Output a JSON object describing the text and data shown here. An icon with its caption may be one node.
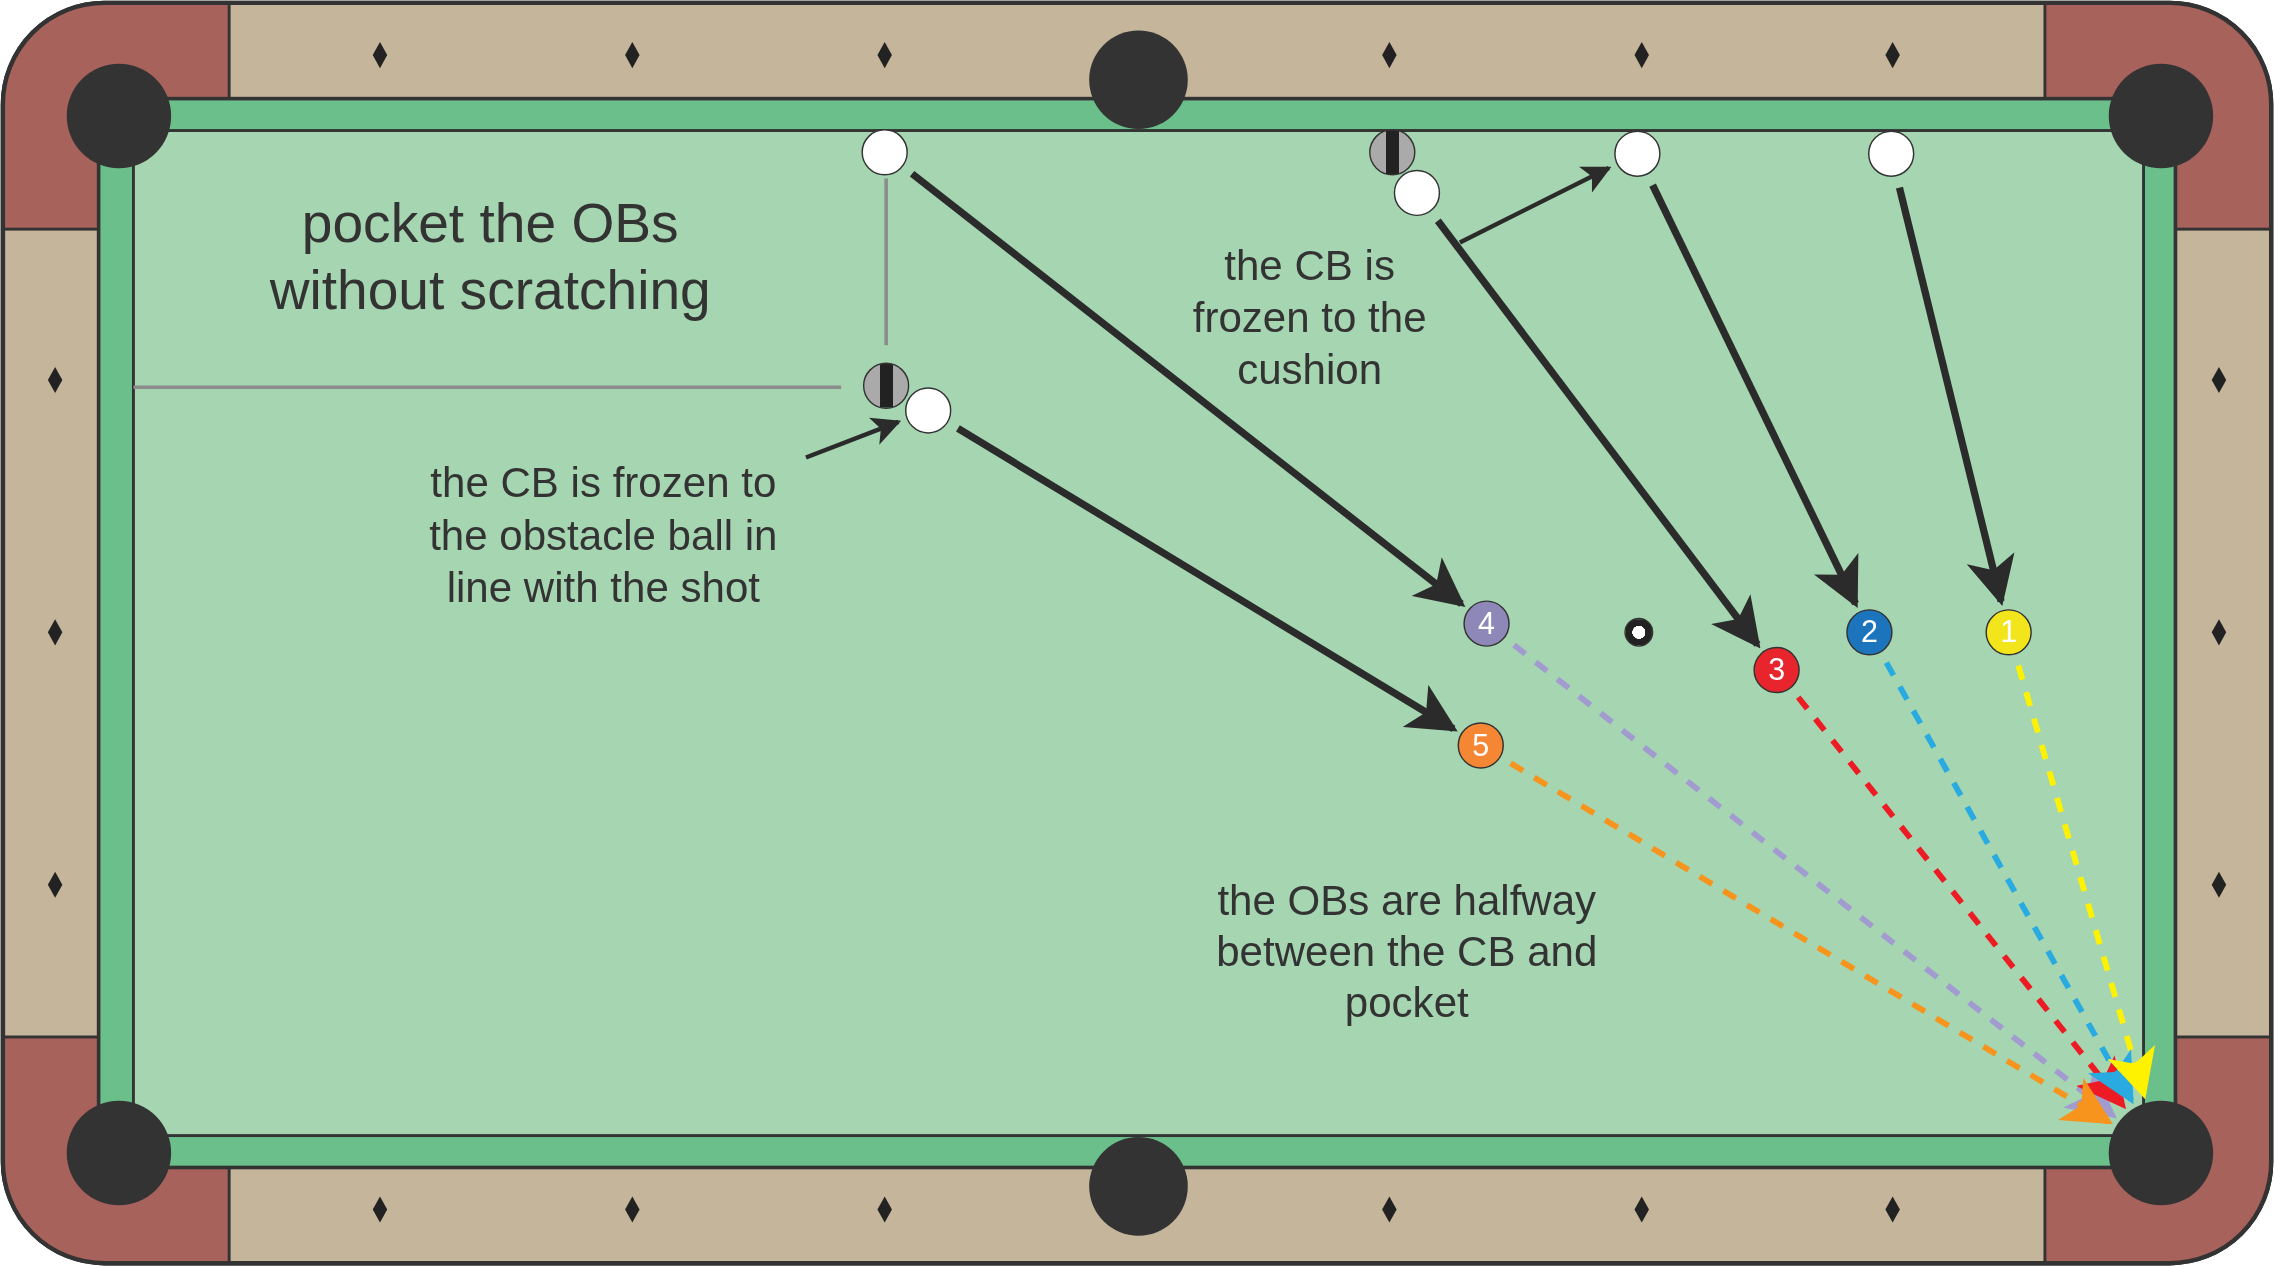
{
  "diagram": {
    "nodes": [
      {
        "text": [],
        "shape": "circle"
      },
      {
        "text": [],
        "shape": "circle"
      },
      {
        "text": [],
        "shape": "circle"
      },
      {
        "text": [],
        "shape": "circle"
      },
      {
        "text": [],
        "shape": "circle"
      },
      {
        "text": [],
        "shape": "circle"
      },
      {
        "text": [],
        "shape": "circle"
      },
      {
        "text": [],
        "shape": "circle"
      },
      {
        "text": [],
        "shape": "circle"
      },
      {
        "text": [],
        "shape": "circle"
      },
      {
        "text": [],
        "shape": "circle"
      },
      {
        "text": [
          "the CB is frozen to the cushion"
        ]
      },
      {
        "text": [],
        "shape": "circle"
      },
      {
        "text": [],
        "shape": "circle"
      },
      {
        "text": [
          "the CB is frozen to the obstacle ball in line with the shot"
        ]
      },
      {
        "text": [
          "4"
        ]
      },
      {
        "text": [],
        "shape": "circle"
      },
      {
        "text": [
          "2"
        ]
      },
      {
        "text": [
          "1"
        ]
      },
      {
        "text": [
          "3"
        ]
      },
      {
        "text": [
          "5"
        ]
      }
    ],
    "edges": [
      {
        "from": 6,
        "to": 15,
        "arrow": "to"
      },
      {
        "from": 10,
        "to": 19,
        "arrow": "to"
      },
      {
        "from": 8,
        "to": 17,
        "arrow": "to"
      },
      {
        "from": 9,
        "to": 18,
        "arrow": "to"
      },
      {
        "from": 13,
        "to": 20,
        "arrow": "to"
      },
      {
        "from": 15,
        "to": 5,
        "arrow": "to",
        "style": "dashed",
        "color": "#a29bd0"
      },
      {
        "from": 19,
        "to": 5,
        "arrow": "to",
        "style": "dashed",
        "color": "#ed1c24"
      },
      {
        "from": 17,
        "to": 5,
        "arrow": "to",
        "style": "dashed",
        "color": "#29abe2"
      },
      {
        "from": 18,
        "to": 5,
        "arrow": "to",
        "style": "dashed",
        "color": "#fff200"
      },
      {
        "from": 20,
        "to": 5,
        "arrow": "to",
        "style": "dashed",
        "color": "#f7941d"
      },
      {
        "from": 11,
        "to": 8,
        "arrow": "to"
      },
      {
        "from": 14,
        "to": 13,
        "arrow": "to"
      }
    ],
    "labels": [
      "pocket the OBs without scratching",
      "the OBs are halfway between the CB and pocket"
    ]
  }
}
